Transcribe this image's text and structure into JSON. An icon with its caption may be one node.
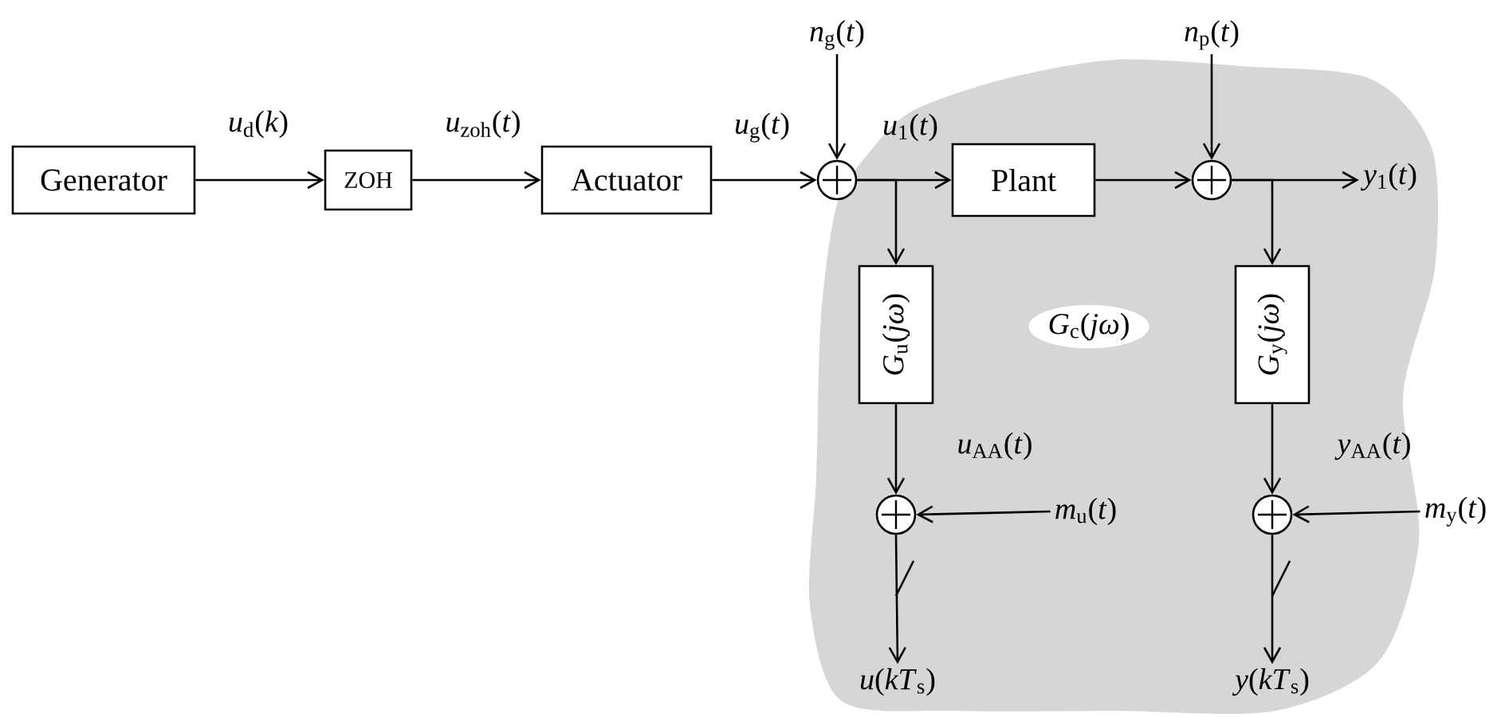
{
  "diagram": {
    "nodes": [
      {
        "text": [
          "*G*$_{c}$(*jω*)"
        ]
      },
      {
        "text": [
          "Generator"
        ]
      },
      {
        "text": [
          "ZOH"
        ]
      },
      {
        "text": [
          "Actuator"
        ]
      },
      {
        "text": [
          "*n*$_{g}$(*t*)"
        ]
      },
      {
        "text": [],
        "shape": "circle"
      },
      {
        "text": [
          "Plant"
        ],
        "in": 0
      },
      {
        "text": [
          "*n*$_{p}$(*t*)"
        ]
      },
      {
        "text": [],
        "shape": "circle",
        "in": 0
      },
      {
        "text": [
          "*y*$_{1}$(*t*)"
        ],
        "in": 0
      },
      {
        "text": [
          "*G*$_{u}$(*jω*)"
        ],
        "in": 0
      },
      {
        "text": [
          "*G*$_{y}$(*jω*)"
        ],
        "in": 0
      },
      {
        "text": [],
        "shape": "circle",
        "in": 0
      },
      {
        "text": [
          "*m*$_{u}$(*t*)"
        ],
        "in": 0
      },
      {
        "text": [],
        "shape": "circle",
        "in": 0
      },
      {
        "text": [
          "*m*$_{y}$(*t*)"
        ]
      },
      {
        "text": [
          "*u*(*kT*$_{s}$)"
        ],
        "in": 0
      },
      {
        "text": [
          "*y*(*kT*$_{s}$)"
        ],
        "in": 0
      }
    ],
    "edges": [
      {
        "from": 1,
        "to": 2,
        "arrow": "to",
        "label": "*u*$_{d}$(*k*)"
      },
      {
        "from": 2,
        "to": 3,
        "arrow": "to",
        "label": "*u*$_{zoh}$(*t*)"
      },
      {
        "from": 3,
        "to": 5,
        "arrow": "to",
        "label": "*u*$_{g}$(*t*)"
      },
      {
        "from": 4,
        "to": 5,
        "arrow": "to"
      },
      {
        "from": 5,
        "to": 6,
        "arrow": "to",
        "label": "*u*$_{1}$(*t*)"
      },
      {
        "from": 5,
        "to": 10,
        "arrow": "to"
      },
      {
        "from": 6,
        "to": 8,
        "arrow": "to"
      },
      {
        "from": 7,
        "to": 8,
        "arrow": "to"
      },
      {
        "from": 8,
        "to": 9,
        "arrow": "to"
      },
      {
        "from": 8,
        "to": 11,
        "arrow": "to"
      },
      {
        "from": 10,
        "to": 12,
        "arrow": "to",
        "label": "*u*$_{AA}$(*t*)"
      },
      {
        "from": 11,
        "to": 14,
        "arrow": "to",
        "label": "*y*$_{AA}$(*t*)"
      },
      {
        "from": 13,
        "to": 12,
        "arrow": "to"
      },
      {
        "from": 15,
        "to": 14,
        "arrow": "to"
      },
      {
        "from": 12,
        "to": 16,
        "arrow": "to"
      },
      {
        "from": 14,
        "to": 17,
        "arrow": "to"
      }
    ]
  }
}
